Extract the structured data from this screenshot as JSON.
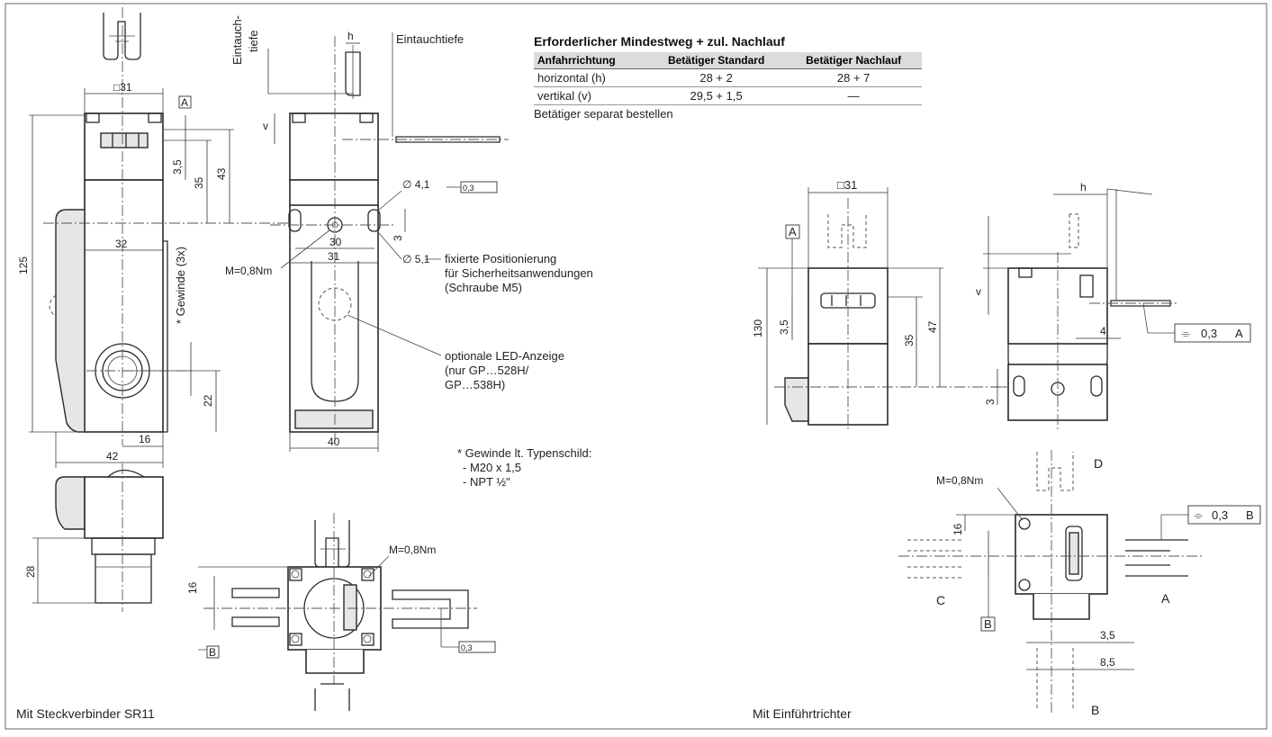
{
  "table": {
    "title": "Erforderlicher Mindestweg + zul. Nachlauf",
    "headers": [
      "Anfahrrichtung",
      "Betätiger Standard",
      "Betätiger Nachlauf"
    ],
    "rows": [
      [
        "horizontal (h)",
        "28 + 2",
        "28 + 7"
      ],
      [
        "vertikal (v)",
        "29,5 + 1,5",
        "—"
      ]
    ],
    "note": "Betätiger separat bestellen"
  },
  "left_drawing": {
    "caption": "Mit Steckverbinder SR11",
    "dims": {
      "square31": "□31",
      "d125": "125",
      "d43": "43",
      "d35": "35",
      "d3_5": "3,5",
      "d32": "32",
      "gewinde": "* Gewinde (3x)",
      "d22": "22",
      "d16": "16",
      "d42": "42",
      "d28": "28",
      "d16b": "16",
      "d30": "30",
      "d31": "31",
      "d40": "40",
      "d3": "3",
      "h": "h",
      "v": "v",
      "datumA": "A",
      "datumB": "B",
      "tolA": "0,3",
      "tolB": "0,3"
    },
    "labels": {
      "eintauchtiefe_top": "Eintauchtiefe",
      "eintauch_side_1": "Eintauch-",
      "eintauch_side_2": "tiefe",
      "torque1": "M=0,8Nm",
      "torque2": "M=0,8Nm",
      "dia41": "∅ 4,1",
      "dia51": "∅ 5,1",
      "fix1": "fixierte Positionierung",
      "fix2": "für Sicherheitsanwendungen",
      "fix3": "(Schraube M5)",
      "led1": "optionale LED-Anzeige",
      "led2": "(nur GP…528H/",
      "led3": "GP…538H)",
      "thread_note": "* Gewinde lt. Typenschild:",
      "thread1": "- M20 x 1,5",
      "thread2": "- NPT ½\""
    }
  },
  "right_drawing": {
    "caption": "Mit Einführtrichter",
    "dims": {
      "square31": "□31",
      "d130": "130",
      "d3_5": "3,5",
      "d35": "35",
      "d47": "47",
      "d3": "3",
      "d4": "4",
      "d16": "16",
      "d3_5b": "3,5",
      "d8_5": "8,5",
      "h": "h",
      "v": "v",
      "datumA": "A",
      "datumB": "B",
      "tol": "0,3",
      "tolB": "0,3",
      "refA": "A",
      "refB": "B"
    },
    "labels": {
      "torque": "M=0,8Nm",
      "dirA": "A",
      "dirB": "B",
      "dirC": "C",
      "dirD": "D"
    }
  }
}
